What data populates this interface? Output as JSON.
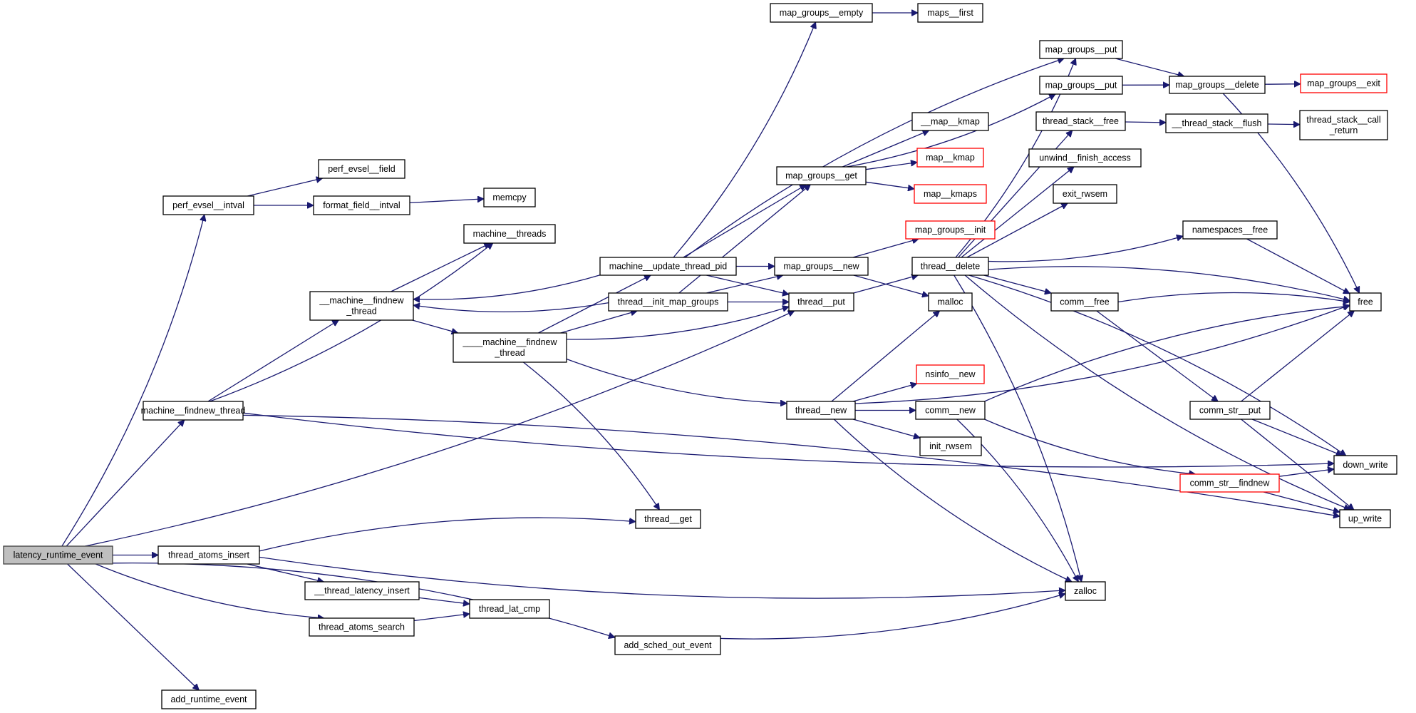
{
  "diagram": {
    "title": "Call graph of latency_runtime_event",
    "colors": {
      "edge": "#191970",
      "root_fill": "#bfbfbf",
      "node_border": "#000000",
      "undocumented_border": "#ff0000"
    },
    "nodes": [
      {
        "id": "latency_runtime_event",
        "lines": [
          "latency_runtime_event"
        ],
        "kind": "root"
      },
      {
        "id": "perf_evsel__intval",
        "lines": [
          "perf_evsel__intval"
        ],
        "kind": "normal"
      },
      {
        "id": "machine__findnew_thread",
        "lines": [
          "machine__findnew_thread"
        ],
        "kind": "normal"
      },
      {
        "id": "thread_atoms_insert",
        "lines": [
          "thread_atoms_insert"
        ],
        "kind": "normal"
      },
      {
        "id": "thread_atoms_search",
        "lines": [
          "thread_atoms_search"
        ],
        "kind": "normal"
      },
      {
        "id": "add_runtime_event",
        "lines": [
          "add_runtime_event"
        ],
        "kind": "normal"
      },
      {
        "id": "add_sched_out_event",
        "lines": [
          "add_sched_out_event"
        ],
        "kind": "normal"
      },
      {
        "id": "perf_evsel__field",
        "lines": [
          "perf_evsel__field"
        ],
        "kind": "normal"
      },
      {
        "id": "format_field__intval",
        "lines": [
          "format_field__intval"
        ],
        "kind": "normal"
      },
      {
        "id": "memcpy",
        "lines": [
          "memcpy"
        ],
        "kind": "normal"
      },
      {
        "id": "machine__threads",
        "lines": [
          "machine__threads"
        ],
        "kind": "normal"
      },
      {
        "id": "__machine__findnew_thread",
        "lines": [
          "__machine__findnew",
          "_thread"
        ],
        "kind": "normal"
      },
      {
        "id": "____machine__findnew_thread",
        "lines": [
          "____machine__findnew",
          "_thread"
        ],
        "kind": "normal"
      },
      {
        "id": "__thread_latency_insert",
        "lines": [
          "__thread_latency_insert"
        ],
        "kind": "normal"
      },
      {
        "id": "thread_lat_cmp",
        "lines": [
          "thread_lat_cmp"
        ],
        "kind": "normal"
      },
      {
        "id": "thread__get",
        "lines": [
          "thread__get"
        ],
        "kind": "normal"
      },
      {
        "id": "machine__update_thread_pid",
        "lines": [
          "machine__update_thread_pid"
        ],
        "kind": "normal"
      },
      {
        "id": "thread__init_map_groups",
        "lines": [
          "thread__init_map_groups"
        ],
        "kind": "normal"
      },
      {
        "id": "map_groups__empty",
        "lines": [
          "map_groups__empty"
        ],
        "kind": "normal"
      },
      {
        "id": "maps__first",
        "lines": [
          "maps__first"
        ],
        "kind": "normal"
      },
      {
        "id": "map_groups__get",
        "lines": [
          "map_groups__get"
        ],
        "kind": "normal"
      },
      {
        "id": "map_groups__new",
        "lines": [
          "map_groups__new"
        ],
        "kind": "normal"
      },
      {
        "id": "thread__put",
        "lines": [
          "thread__put"
        ],
        "kind": "normal"
      },
      {
        "id": "thread__new",
        "lines": [
          "thread__new"
        ],
        "kind": "normal"
      },
      {
        "id": "map_groups__put_1",
        "lines": [
          "map_groups__put"
        ],
        "kind": "normal"
      },
      {
        "id": "map_groups__put_2",
        "lines": [
          "map_groups__put"
        ],
        "kind": "normal"
      },
      {
        "id": "__map__kmap",
        "lines": [
          "__map__kmap"
        ],
        "kind": "normal"
      },
      {
        "id": "map__kmap",
        "lines": [
          "map__kmap"
        ],
        "kind": "undocumented"
      },
      {
        "id": "map__kmaps",
        "lines": [
          "map__kmaps"
        ],
        "kind": "undocumented"
      },
      {
        "id": "map_groups__init",
        "lines": [
          "map_groups__init"
        ],
        "kind": "undocumented"
      },
      {
        "id": "thread__delete",
        "lines": [
          "thread__delete"
        ],
        "kind": "normal"
      },
      {
        "id": "malloc",
        "lines": [
          "malloc"
        ],
        "kind": "normal"
      },
      {
        "id": "nsinfo__new",
        "lines": [
          "nsinfo__new"
        ],
        "kind": "undocumented"
      },
      {
        "id": "comm__new",
        "lines": [
          "comm__new"
        ],
        "kind": "normal"
      },
      {
        "id": "init_rwsem",
        "lines": [
          "init_rwsem"
        ],
        "kind": "normal"
      },
      {
        "id": "zalloc",
        "lines": [
          "zalloc"
        ],
        "kind": "normal"
      },
      {
        "id": "thread_stack__free",
        "lines": [
          "thread_stack__free"
        ],
        "kind": "normal"
      },
      {
        "id": "unwind__finish_access",
        "lines": [
          "unwind__finish_access"
        ],
        "kind": "normal"
      },
      {
        "id": "exit_rwsem",
        "lines": [
          "exit_rwsem"
        ],
        "kind": "normal"
      },
      {
        "id": "comm__free",
        "lines": [
          "comm__free"
        ],
        "kind": "normal"
      },
      {
        "id": "map_groups__delete",
        "lines": [
          "map_groups__delete"
        ],
        "kind": "normal"
      },
      {
        "id": "map_groups__exit",
        "lines": [
          "map_groups__exit"
        ],
        "kind": "undocumented"
      },
      {
        "id": "__thread_stack__flush",
        "lines": [
          "__thread_stack__flush"
        ],
        "kind": "normal"
      },
      {
        "id": "thread_stack__call_return",
        "lines": [
          "thread_stack__call",
          "_return"
        ],
        "kind": "normal"
      },
      {
        "id": "namespaces__free",
        "lines": [
          "namespaces__free"
        ],
        "kind": "normal"
      },
      {
        "id": "comm_str__put",
        "lines": [
          "comm_str__put"
        ],
        "kind": "normal"
      },
      {
        "id": "comm_str__findnew",
        "lines": [
          "comm_str__findnew"
        ],
        "kind": "undocumented"
      },
      {
        "id": "free",
        "lines": [
          "free"
        ],
        "kind": "normal"
      },
      {
        "id": "down_write",
        "lines": [
          "down_write"
        ],
        "kind": "normal"
      },
      {
        "id": "up_write",
        "lines": [
          "up_write"
        ],
        "kind": "normal"
      }
    ],
    "edges": [
      [
        "latency_runtime_event",
        "perf_evsel__intval"
      ],
      [
        "latency_runtime_event",
        "machine__findnew_thread"
      ],
      [
        "latency_runtime_event",
        "thread__put"
      ],
      [
        "latency_runtime_event",
        "thread_atoms_insert"
      ],
      [
        "latency_runtime_event",
        "thread_atoms_search"
      ],
      [
        "latency_runtime_event",
        "add_sched_out_event"
      ],
      [
        "latency_runtime_event",
        "add_runtime_event"
      ],
      [
        "perf_evsel__intval",
        "perf_evsel__field"
      ],
      [
        "perf_evsel__intval",
        "format_field__intval"
      ],
      [
        "format_field__intval",
        "memcpy"
      ],
      [
        "machine__findnew_thread",
        "machine__threads"
      ],
      [
        "machine__findnew_thread",
        "__machine__findnew_thread"
      ],
      [
        "machine__findnew_thread",
        "down_write"
      ],
      [
        "machine__findnew_thread",
        "up_write"
      ],
      [
        "__machine__findnew_thread",
        "machine__threads"
      ],
      [
        "__machine__findnew_thread",
        "____machine__findnew_thread"
      ],
      [
        "____machine__findnew_thread",
        "machine__update_thread_pid"
      ],
      [
        "____machine__findnew_thread",
        "thread__init_map_groups"
      ],
      [
        "____machine__findnew_thread",
        "thread__put"
      ],
      [
        "____machine__findnew_thread",
        "thread__get"
      ],
      [
        "____machine__findnew_thread",
        "thread__new"
      ],
      [
        "machine__update_thread_pid",
        "__machine__findnew_thread"
      ],
      [
        "machine__update_thread_pid",
        "map_groups__empty"
      ],
      [
        "machine__update_thread_pid",
        "map_groups__put_1"
      ],
      [
        "machine__update_thread_pid",
        "map_groups__get"
      ],
      [
        "machine__update_thread_pid",
        "map_groups__new"
      ],
      [
        "machine__update_thread_pid",
        "thread__put"
      ],
      [
        "thread__init_map_groups",
        "__machine__findnew_thread"
      ],
      [
        "thread__init_map_groups",
        "map_groups__get"
      ],
      [
        "thread__init_map_groups",
        "map_groups__new"
      ],
      [
        "thread__init_map_groups",
        "thread__put"
      ],
      [
        "map_groups__empty",
        "maps__first"
      ],
      [
        "map_groups__get",
        "map_groups__put_2"
      ],
      [
        "map_groups__get",
        "__map__kmap"
      ],
      [
        "map_groups__get",
        "map__kmap"
      ],
      [
        "map_groups__get",
        "map__kmaps"
      ],
      [
        "map_groups__new",
        "map_groups__init"
      ],
      [
        "map_groups__new",
        "malloc"
      ],
      [
        "thread__put",
        "thread__delete"
      ],
      [
        "thread_atoms_insert",
        "thread__get"
      ],
      [
        "thread_atoms_insert",
        "zalloc"
      ],
      [
        "thread_atoms_insert",
        "__thread_latency_insert"
      ],
      [
        "__thread_latency_insert",
        "thread_lat_cmp"
      ],
      [
        "thread_atoms_search",
        "thread_lat_cmp"
      ],
      [
        "add_sched_out_event",
        "zalloc"
      ],
      [
        "thread__new",
        "malloc"
      ],
      [
        "thread__new",
        "free"
      ],
      [
        "thread__new",
        "nsinfo__new"
      ],
      [
        "thread__new",
        "comm__new"
      ],
      [
        "thread__new",
        "init_rwsem"
      ],
      [
        "thread__new",
        "zalloc"
      ],
      [
        "comm__new",
        "free"
      ],
      [
        "comm__new",
        "comm_str__findnew"
      ],
      [
        "comm__new",
        "zalloc"
      ],
      [
        "thread__delete",
        "map_groups__put_1"
      ],
      [
        "thread__delete",
        "thread_stack__free"
      ],
      [
        "thread__delete",
        "unwind__finish_access"
      ],
      [
        "thread__delete",
        "exit_rwsem"
      ],
      [
        "thread__delete",
        "namespaces__free"
      ],
      [
        "thread__delete",
        "free"
      ],
      [
        "thread__delete",
        "comm__free"
      ],
      [
        "thread__delete",
        "down_write"
      ],
      [
        "thread__delete",
        "up_write"
      ],
      [
        "thread__delete",
        "zalloc"
      ],
      [
        "map_groups__put_1",
        "map_groups__delete"
      ],
      [
        "map_groups__put_2",
        "map_groups__delete"
      ],
      [
        "map_groups__delete",
        "map_groups__exit"
      ],
      [
        "map_groups__delete",
        "free"
      ],
      [
        "thread_stack__free",
        "__thread_stack__flush"
      ],
      [
        "__thread_stack__flush",
        "thread_stack__call_return"
      ],
      [
        "namespaces__free",
        "free"
      ],
      [
        "comm__free",
        "free"
      ],
      [
        "comm__free",
        "comm_str__put"
      ],
      [
        "comm_str__put",
        "free"
      ],
      [
        "comm_str__put",
        "down_write"
      ],
      [
        "comm_str__put",
        "up_write"
      ],
      [
        "comm_str__findnew",
        "down_write"
      ],
      [
        "comm_str__findnew",
        "up_write"
      ]
    ]
  }
}
